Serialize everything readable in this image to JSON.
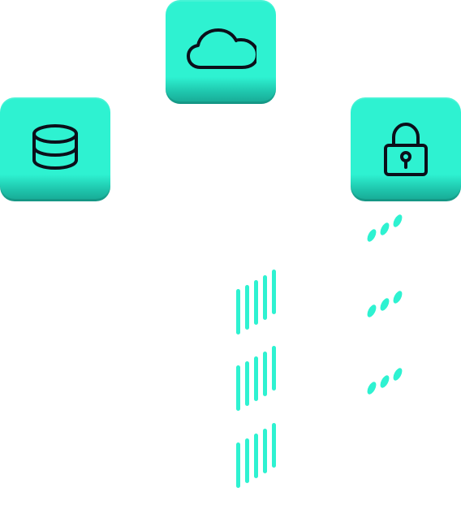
{
  "tiles": [
    {
      "id": "database",
      "icon": "database-icon"
    },
    {
      "id": "cloud",
      "icon": "cloud-icon"
    },
    {
      "id": "security",
      "icon": "lock-icon"
    }
  ],
  "colors": {
    "tile": "#2ef2d1",
    "tile_shade": "#17a793",
    "icon_stroke": "#0b0f1a",
    "decor": "#2ef2d1"
  }
}
